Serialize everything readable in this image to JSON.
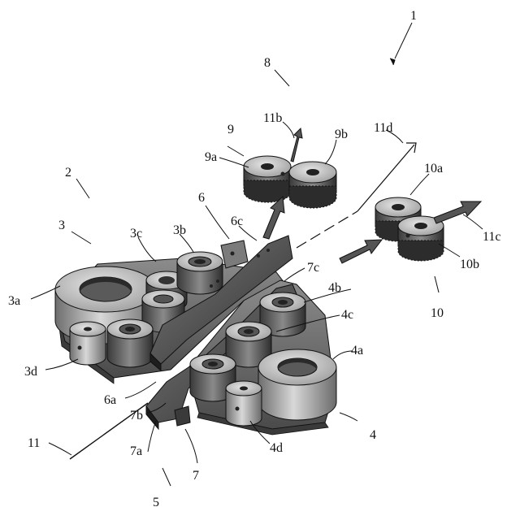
{
  "labels": {
    "l1": "1",
    "l2": "2",
    "l3": "3",
    "l3a": "3a",
    "l3b": "3b",
    "l3c": "3c",
    "l3d": "3d",
    "l4": "4",
    "l4a": "4a",
    "l4b": "4b",
    "l4c": "4c",
    "l4d": "4d",
    "l5": "5",
    "l6": "6",
    "l6a": "6a",
    "l6c": "6c",
    "l7": "7",
    "l7a": "7a",
    "l7b": "7b",
    "l7c": "7c",
    "l8": "8",
    "l9": "9",
    "l9a": "9a",
    "l9b": "9b",
    "l10": "10",
    "l10a": "10a",
    "l10b": "10b",
    "l11": "11",
    "l11b": "11b",
    "l11c": "11c",
    "l11d": "11d"
  }
}
